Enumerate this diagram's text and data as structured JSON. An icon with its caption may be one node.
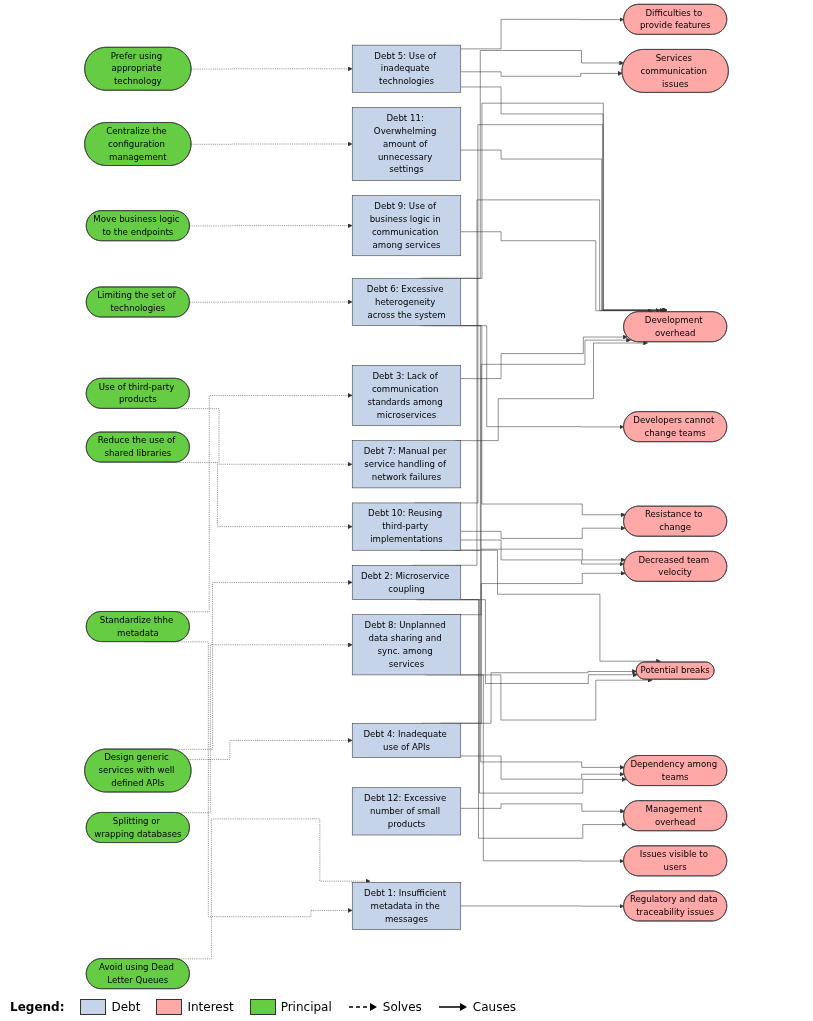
{
  "diagram": {
    "nodes": [
      {
        "text": [
          "Decreased team velocity"
        ]
      },
      {
        "text": [
          "Resistance to change"
        ]
      },
      {
        "text": [
          "Developers cannot change teams"
        ]
      },
      {
        "text": [
          "Services communication issues"
        ]
      },
      {
        "text": [
          "Difficulties to provide features"
        ]
      },
      {
        "text": [
          "Prefer using appropriate technology"
        ]
      },
      {
        "text": [
          "Debt 6: Excessive heterogeneity across the system"
        ]
      },
      {
        "text": [
          "Limiting the set of technologies"
        ]
      },
      {
        "text": [
          "Debt 5: Use of inadequate technologies"
        ]
      },
      {
        "text": [
          "Debt 10: Reusing third-party implementations"
        ]
      },
      {
        "text": [
          "Reduce the use of shared libraries"
        ]
      },
      {
        "text": [
          "Debt 11: Overwhelming amount of unnecessary settings"
        ]
      },
      {
        "text": [
          "Regulatory and data traceability issues"
        ]
      },
      {
        "text": [
          "Debt 4: Inadequate use of APIs"
        ]
      },
      {
        "text": [
          "Debt 12: Excessive number of small products"
        ]
      },
      {
        "text": [
          "Management overhead"
        ]
      },
      {
        "text": [
          "Dependency among teams"
        ]
      },
      {
        "text": [
          "Development overhead"
        ]
      },
      {
        "text": [
          "Issues visible to users"
        ]
      },
      {
        "text": [
          "Debt 1: Insufficient metadata in the messages"
        ]
      },
      {
        "text": [
          "Debt 2: Microservice coupling"
        ]
      },
      {
        "text": [
          "Debt 8: Unplanned data sharing and sync. among services"
        ]
      },
      {
        "text": [
          "Debt 7: Manual per service handling of network failures"
        ]
      },
      {
        "text": [
          "Design generic services with well defined APIs"
        ]
      },
      {
        "text": [
          "Move business logic to the endpoints"
        ]
      },
      {
        "text": [
          "Debt 9: Use of business logic in communication among services"
        ]
      },
      {
        "text": [
          "Debt 3: Lack of communication standards among microservices"
        ]
      },
      {
        "text": [
          "Splitting or wrapping databases"
        ]
      },
      {
        "text": [
          "Use of third-party products"
        ]
      },
      {
        "text": [
          "Centralize the configuration management"
        ]
      },
      {
        "text": [
          "Avoid using Dead Letter Queues"
        ]
      },
      {
        "text": [
          "Standardize thhe metadata"
        ]
      },
      {
        "text": [
          "Potential breaks"
        ]
      }
    ],
    "edges": [
      {
        "from": 6,
        "to": 3,
        "arrow": "to"
      },
      {
        "from": 6,
        "to": 2,
        "arrow": "to"
      },
      {
        "from": 6,
        "to": 1,
        "arrow": "to"
      },
      {
        "from": 6,
        "to": 0,
        "arrow": "to"
      },
      {
        "from": 6,
        "to": 17,
        "arrow": "to"
      },
      {
        "from": 7,
        "to": 6,
        "arrow": "to",
        "style": "dashed"
      },
      {
        "from": 8,
        "to": 4,
        "arrow": "to"
      },
      {
        "from": 8,
        "to": 3,
        "arrow": "to"
      },
      {
        "from": 8,
        "to": 17,
        "arrow": "to"
      },
      {
        "from": 5,
        "to": 8,
        "arrow": "to",
        "style": "dashed"
      },
      {
        "from": 9,
        "to": 0,
        "arrow": "to"
      },
      {
        "from": 9,
        "to": 1,
        "arrow": "to"
      },
      {
        "from": 9,
        "to": 32,
        "arrow": "to"
      },
      {
        "from": 9,
        "to": 16,
        "arrow": "to"
      },
      {
        "from": 9,
        "to": 17,
        "arrow": "to"
      },
      {
        "from": 10,
        "to": 9,
        "arrow": "to",
        "style": "dashed"
      },
      {
        "from": 11,
        "to": 17,
        "arrow": "to"
      },
      {
        "from": 29,
        "to": 11,
        "arrow": "to",
        "style": "dashed"
      },
      {
        "from": 13,
        "to": 32,
        "arrow": "to"
      },
      {
        "from": 13,
        "to": 0,
        "arrow": "to"
      },
      {
        "from": 13,
        "to": 16,
        "arrow": "to"
      },
      {
        "from": 23,
        "to": 13,
        "arrow": "to",
        "style": "dashed"
      },
      {
        "from": 23,
        "to": 20,
        "arrow": "to",
        "style": "dashed"
      },
      {
        "from": 14,
        "to": 15,
        "arrow": "to"
      },
      {
        "from": 20,
        "to": 15,
        "arrow": "to"
      },
      {
        "from": 20,
        "to": 16,
        "arrow": "to"
      },
      {
        "from": 20,
        "to": 17,
        "arrow": "to"
      },
      {
        "from": 20,
        "to": 32,
        "arrow": "to"
      },
      {
        "from": 19,
        "to": 12,
        "arrow": "to"
      },
      {
        "from": 30,
        "to": 19,
        "arrow": "to",
        "style": "dashed"
      },
      {
        "from": 31,
        "to": 19,
        "arrow": "to",
        "style": "dashed"
      },
      {
        "from": 31,
        "to": 26,
        "arrow": "to",
        "style": "dashed"
      },
      {
        "from": 24,
        "to": 25,
        "arrow": "to",
        "style": "dashed"
      },
      {
        "from": 25,
        "to": 17,
        "arrow": "to"
      },
      {
        "from": 26,
        "to": 17,
        "arrow": "to"
      },
      {
        "from": 21,
        "to": 17,
        "arrow": "to"
      },
      {
        "from": 21,
        "to": 18,
        "arrow": "to"
      },
      {
        "from": 21,
        "to": 32,
        "arrow": "to"
      },
      {
        "from": 22,
        "to": 17,
        "arrow": "to"
      },
      {
        "from": 27,
        "to": 21,
        "arrow": "to",
        "style": "dashed"
      },
      {
        "from": 28,
        "to": 22,
        "arrow": "to",
        "style": "dashed"
      }
    ],
    "labels": [
      "Legend:"
    ],
    "legend": [
      {
        "text": "Debt",
        "color": "#c6d4ea"
      },
      {
        "text": "Interest",
        "color": "#ffa8a8"
      },
      {
        "text": "Principal",
        "color": "#66cc44"
      },
      {
        "text": "Solves"
      },
      {
        "text": "Causes"
      }
    ]
  }
}
